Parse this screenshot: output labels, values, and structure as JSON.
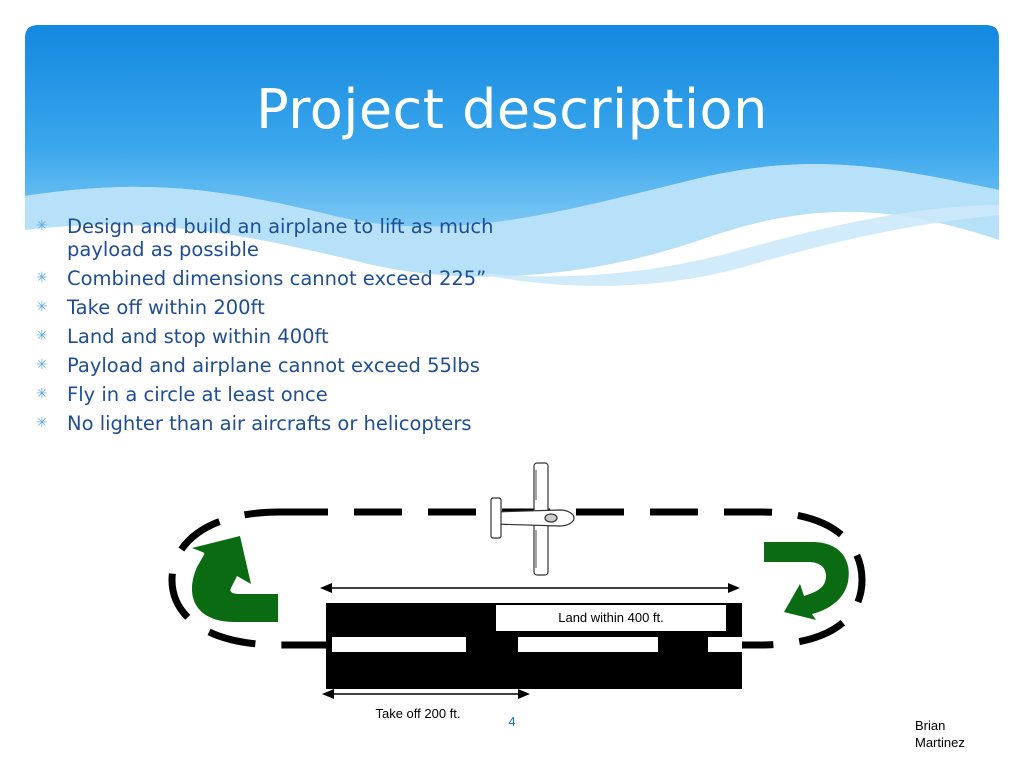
{
  "slide": {
    "title": "Project description",
    "bullets": [
      "Design and build an airplane to lift as much payload as possible",
      "Combined dimensions cannot exceed 225”",
      "Take off within 200ft",
      "Land and stop within 400ft",
      "Payload and airplane cannot exceed 55lbs",
      "Fly in a circle at least once",
      "No lighter than air aircrafts or helicopters"
    ],
    "page_number": "4",
    "author_first": "Brian",
    "author_last": "Martinez"
  },
  "diagram": {
    "land_label": "Land  within 400 ft.",
    "takeoff_label": "Take off 200 ft.",
    "icons": [
      "airplane-icon",
      "left-turn-arrow-icon",
      "right-turn-arrow-icon"
    ],
    "colors": {
      "header_blue": "#1a8ee0",
      "arrow_green": "#0b6b12",
      "runway": "#000000",
      "text_blue": "#1f4e96"
    }
  }
}
